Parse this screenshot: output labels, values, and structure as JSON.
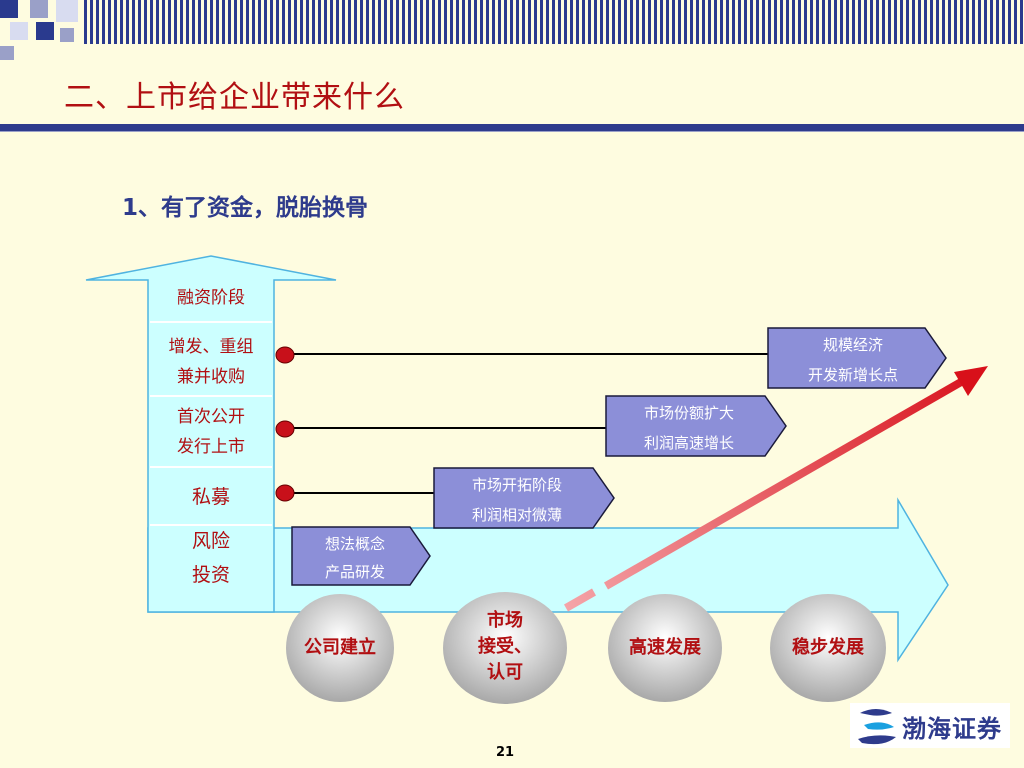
{
  "title": "二、上市给企业带来什么",
  "subtitle": "1、有了资金，脱胎换骨",
  "stages": [
    {
      "lines": [
        "融资阶段"
      ]
    },
    {
      "lines": [
        "增发、重组",
        "兼并收购"
      ]
    },
    {
      "lines": [
        "首次公开",
        "发行上市"
      ]
    },
    {
      "lines": [
        "私募"
      ]
    },
    {
      "lines": [
        "风险",
        "投资"
      ]
    }
  ],
  "outcome_boxes": [
    {
      "line1": "规模经济",
      "line2": "开发新增长点"
    },
    {
      "line1": "市场份额扩大",
      "line2": "利润高速增长"
    },
    {
      "line1": "市场开拓阶段",
      "line2": "利润相对微薄"
    },
    {
      "line1": "想法概念",
      "line2": "产品研发"
    }
  ],
  "phases": [
    {
      "lines": [
        "公司建立"
      ]
    },
    {
      "lines": [
        "市场",
        "接受、",
        "认可"
      ]
    },
    {
      "lines": [
        "高速发展"
      ]
    },
    {
      "lines": [
        "稳步发展"
      ]
    }
  ],
  "page_number": "21",
  "logo": {
    "text": "渤海证券"
  },
  "colors": {
    "title": "#b10f12",
    "subtitle": "#2e3b8c",
    "box": "#8c8fd8",
    "arrow": "#ccffff",
    "dot": "#c8101a",
    "trend": "#e0202a"
  }
}
